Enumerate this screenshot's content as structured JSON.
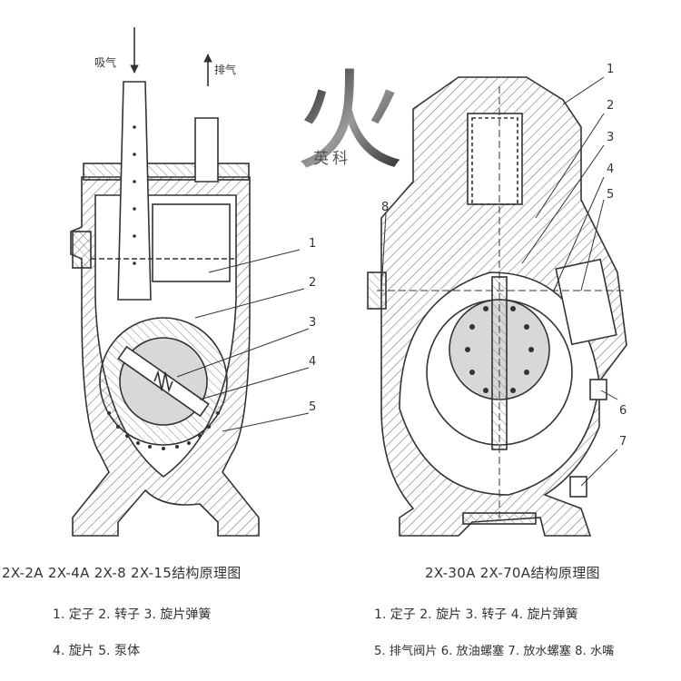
{
  "logo": {
    "glyph": "火",
    "subtitle": "英科"
  },
  "left_diagram": {
    "inlet_label": "吸气",
    "outlet_label": "排气",
    "callouts": [
      "1",
      "2",
      "3",
      "4",
      "5"
    ],
    "caption": "2X-2A  2X-4A  2X-8  2X-15结构原理图",
    "legend_line1": "1. 定子  2. 转子  3. 旋片弹簧",
    "legend_line2": "4. 旋片  5. 泵体"
  },
  "right_diagram": {
    "callouts": [
      "1",
      "2",
      "3",
      "4",
      "5",
      "6",
      "7",
      "8"
    ],
    "caption": "2X-30A  2X-70A结构原理图",
    "legend_line1": "1. 定子  2. 旋片  3. 转子  4. 旋片弹簧",
    "legend_line2": "5. 排气阀片  6. 放油螺塞  7. 放水螺塞  8. 水嘴"
  },
  "colors": {
    "line": "#333333",
    "hatch": "#777777",
    "rotor_fill": "#d8d8d8"
  }
}
